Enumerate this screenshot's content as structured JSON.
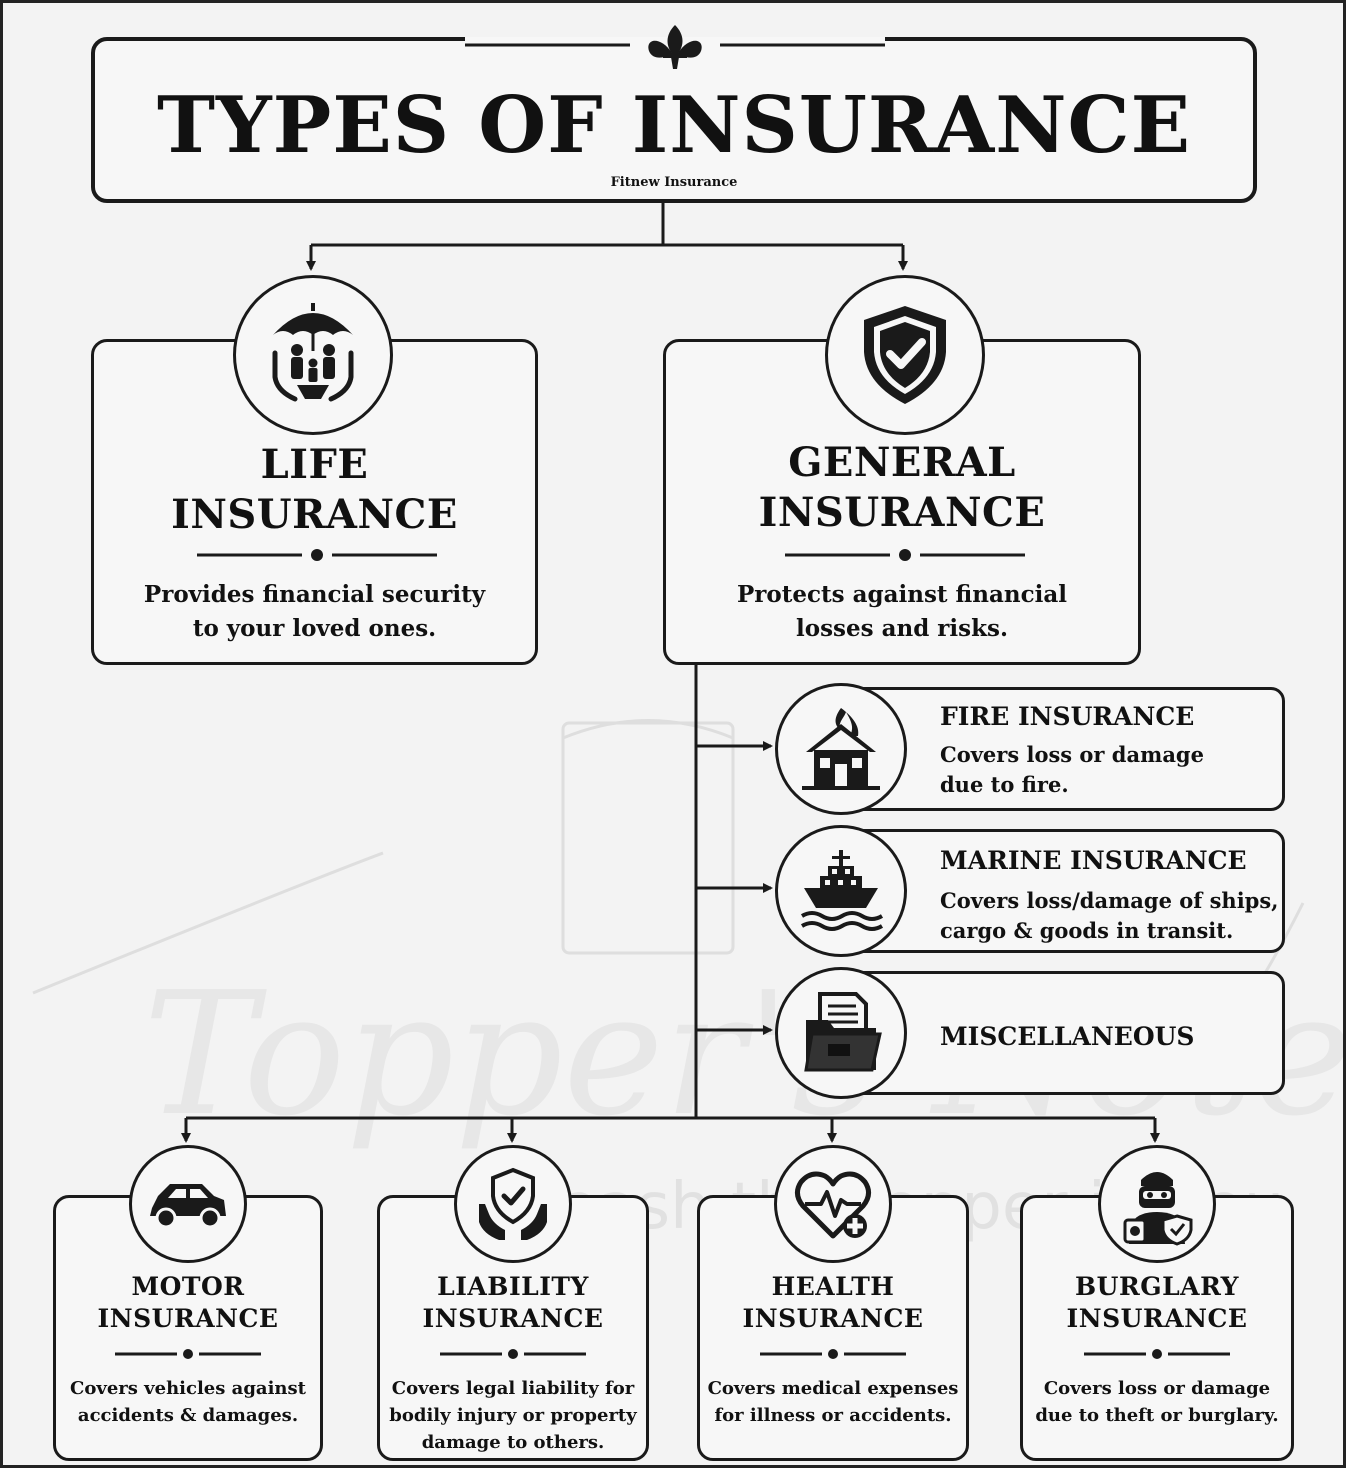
{
  "title": "TYPES OF INSURANCE",
  "subtitle": "Fitnew Insurance",
  "life": {
    "heading_line1": "LIFE",
    "heading_line2": "INSURANCE",
    "desc_line1": "Provides financial security",
    "desc_line2": "to your loved ones.",
    "icon": "family-umbrella-icon"
  },
  "general": {
    "heading_line1": "GENERAL",
    "heading_line2": "INSURANCE",
    "desc_line1": "Protects against financial",
    "desc_line2": "losses and risks.",
    "icon": "shield-check-icon"
  },
  "sub_types": [
    {
      "title": "FIRE INSURANCE",
      "desc_line1": "Covers loss or damage",
      "desc_line2": "due to fire.",
      "icon": "burning-house-icon"
    },
    {
      "title": "MARINE INSURANCE",
      "desc_line1": "Covers loss/damage of ships,",
      "desc_line2": "cargo & goods in transit.",
      "icon": "ship-icon"
    },
    {
      "title": "MISCELLANEOUS",
      "desc_line1": "",
      "desc_line2": "",
      "icon": "folder-documents-icon"
    }
  ],
  "bottom_types": [
    {
      "line1": "MOTOR",
      "line2": "INSURANCE",
      "desc1": "Covers vehicles against",
      "desc2": "accidents & damages.",
      "desc3": "",
      "icon": "car-icon"
    },
    {
      "line1": "LIABILITY",
      "line2": "INSURANCE",
      "desc1": "Covers legal liability for",
      "desc2": "bodily injury or property",
      "desc3": "damage to others.",
      "icon": "hands-shield-icon"
    },
    {
      "line1": "HEALTH",
      "line2": "INSURANCE",
      "desc1": "Covers medical expenses",
      "desc2": "for illness or accidents.",
      "desc3": "",
      "icon": "heart-pulse-icon"
    },
    {
      "line1": "BURGLARY",
      "line2": "INSURANCE",
      "desc1": "Covers loss or damage",
      "desc2": "due to theft or burglary.",
      "desc3": "",
      "icon": "burglar-icon"
    }
  ],
  "watermark": {
    "line1": "Topper's Notes",
    "line2": "Unleash the topper in you"
  },
  "colors": {
    "ink": "#1a1a1a",
    "paper": "#f3f3f3",
    "watermark": "#dcdcdc"
  }
}
